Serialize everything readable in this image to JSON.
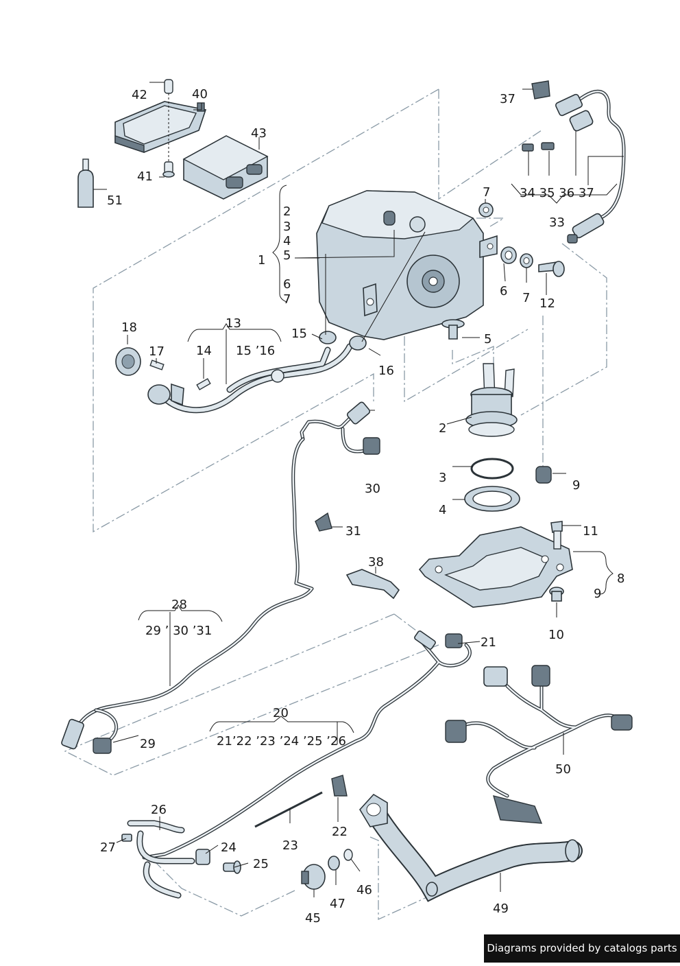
{
  "labels": {
    "l1": "1",
    "l2a": "2",
    "l3a": "3",
    "l4a": "4",
    "l5a": "5",
    "l6a": "6",
    "l7a": "7",
    "l2b": "2",
    "l3b": "3",
    "l4b": "4",
    "l5b": "5",
    "l6b": "6",
    "l7b": "7",
    "l7c": "7",
    "l8": "8",
    "l9a": "9",
    "l9b": "9",
    "l10": "10",
    "l11": "11",
    "l12": "12",
    "l13": "13",
    "l14": "14",
    "l15": "15",
    "l15b": "15 ’16",
    "l16": "16",
    "l17": "17",
    "l18": "18",
    "l20": "20",
    "l20row": "21’22 ’23 ’24  ’25 ’26",
    "l21": "21",
    "l22": "22",
    "l23": "23",
    "l24": "24",
    "l25": "25",
    "l26": "26",
    "l27": "27",
    "l28": "28",
    "l28row": "29 ’  30 ’31",
    "l29": "29",
    "l30": "30",
    "l31": "31",
    "l33": "33",
    "l33row": "34  35  36  37",
    "l37": "37",
    "l38": "38",
    "l40": "40",
    "l41": "41",
    "l42": "42",
    "l43": "43",
    "l45": "45",
    "l46": "46",
    "l47": "47",
    "l49": "49",
    "l50": "50",
    "l51": "51"
  },
  "footer": {
    "text": "Diagrams provided by catalogs parts"
  },
  "colors": {
    "line": "#2b3338",
    "part_fill": "#c9d6df",
    "dash": "#8a9aa6",
    "footer_bg": "#111111"
  }
}
